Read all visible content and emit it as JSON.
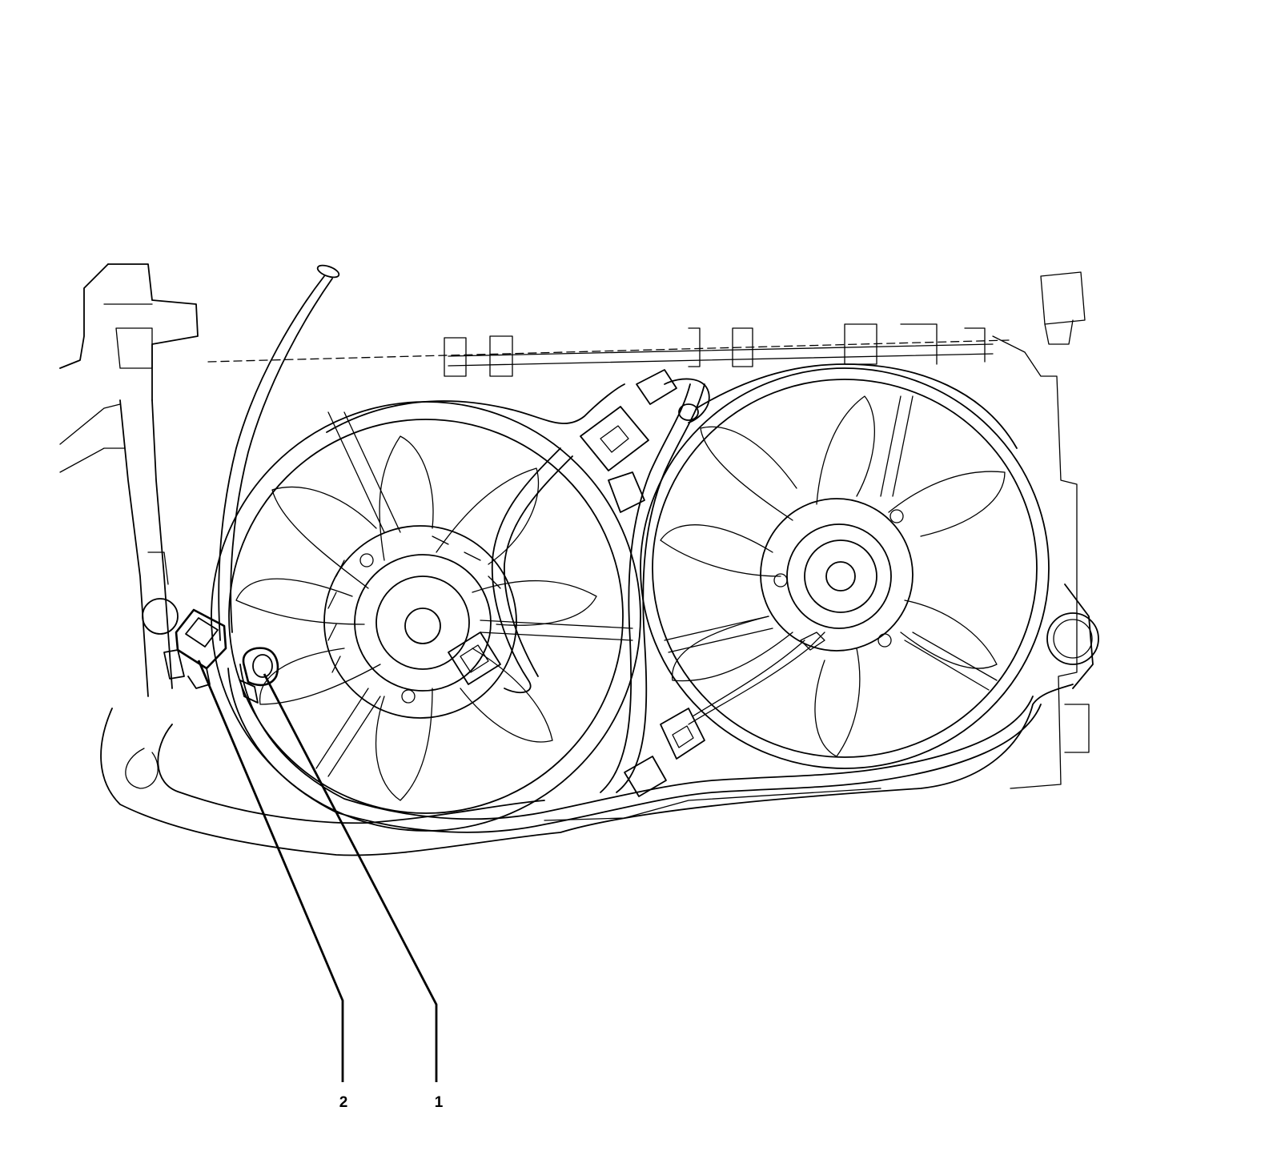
{
  "figure": {
    "colors": {
      "line": "#000000",
      "background": "#ffffff"
    },
    "callouts": [
      {
        "id": "callout-1",
        "label": "1"
      },
      {
        "id": "callout-2",
        "label": "2"
      }
    ]
  }
}
